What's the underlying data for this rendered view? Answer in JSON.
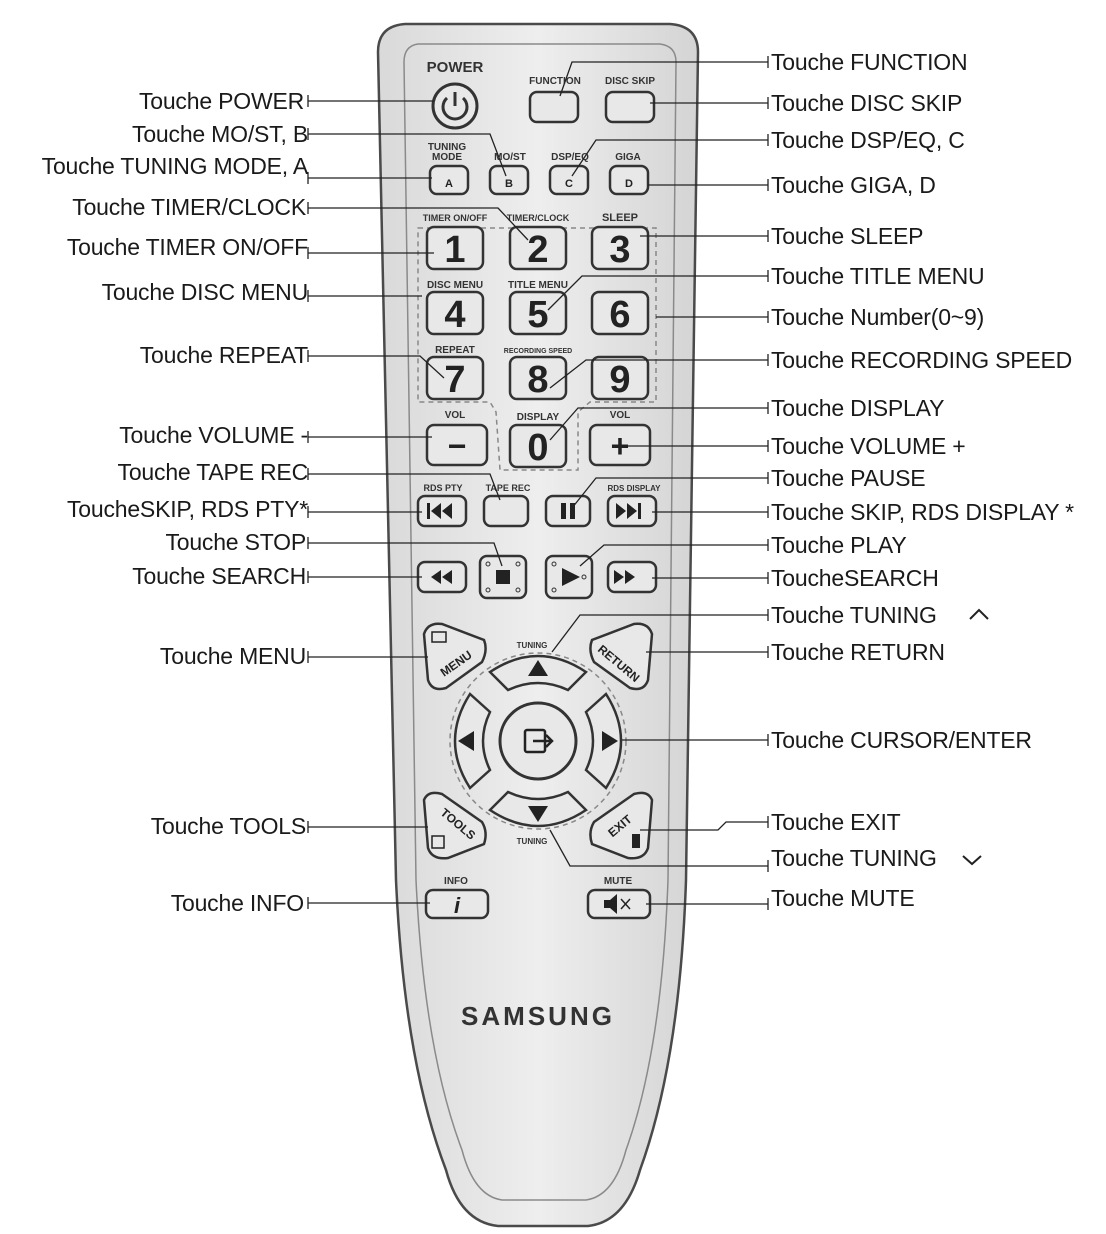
{
  "remote": {
    "brand": "SAMSUNG",
    "power_label": "POWER",
    "labels": {
      "function": "FUNCTION",
      "disc_skip": "DISC SKIP",
      "tuning_mode": "TUNING MODE",
      "mo_st": "MO/ST",
      "dsp_eq": "DSP/EQ",
      "giga": "GIGA",
      "timer_on_off": "TIMER ON/OFF",
      "timer_clock": "TIMER/CLOCK",
      "sleep": "SLEEP",
      "disc_menu": "DISC MENU",
      "title_menu": "TITLE MENU",
      "repeat": "REPEAT",
      "recording_speed": "RECORDING SPEED",
      "vol_left": "VOL",
      "vol_right": "VOL",
      "display": "DISPLAY",
      "rds_pty": "RDS PTY",
      "tape_rec": "TAPE REC",
      "rds_display": "RDS DISPLAY",
      "tuning_up": "TUNING",
      "tuning_down": "TUNING",
      "info": "INFO",
      "mute": "MUTE",
      "menu": "MENU",
      "return": "RETURN",
      "tools": "TOOLS",
      "exit": "EXIT"
    },
    "letter_keys": [
      "A",
      "B",
      "C",
      "D"
    ],
    "number_keys": [
      "1",
      "2",
      "3",
      "4",
      "5",
      "6",
      "7",
      "8",
      "9",
      "0"
    ],
    "vol_minus": "−",
    "vol_plus": "+",
    "info_glyph": "i"
  },
  "callouts_left": [
    "Touche POWER",
    "Touche MO/ST, B",
    "Touche TUNING MODE, A",
    "Touche TIMER/CLOCK",
    "Touche TIMER ON/OFF",
    "Touche DISC MENU",
    "Touche REPEAT",
    "Touche VOLUME -",
    "Touche TAPE REC",
    "ToucheSKIP, RDS PTY*",
    "Touche STOP",
    "Touche SEARCH",
    "Touche MENU",
    "Touche TOOLS",
    "Touche INFO"
  ],
  "callouts_right": [
    "Touche FUNCTION",
    "Touche DISC SKIP",
    "Touche DSP/EQ, C",
    "Touche GIGA, D",
    "Touche SLEEP",
    "Touche TITLE MENU",
    "Touche Number(0~9)",
    "Touche RECORDING SPEED",
    "Touche DISPLAY",
    "Touche VOLUME +",
    "Touche PAUSE",
    "Touche SKIP, RDS DISPLAY *",
    "Touche PLAY",
    "ToucheSEARCH",
    "Touche TUNING",
    "Touche RETURN",
    "Touche CURSOR/ENTER",
    "Touche EXIT",
    "Touche TUNING",
    "Touche MUTE"
  ],
  "icons": {
    "power": "power-icon",
    "skip_back": "skip-back-icon",
    "pause": "pause-icon",
    "skip_forward": "skip-forward-icon",
    "rewind": "rewind-icon",
    "stop": "stop-icon",
    "play": "play-icon",
    "fast_forward": "fast-forward-icon",
    "enter": "enter-icon",
    "caret_up": "caret-up-icon",
    "caret_down": "caret-down-icon",
    "mute": "mute-icon"
  }
}
